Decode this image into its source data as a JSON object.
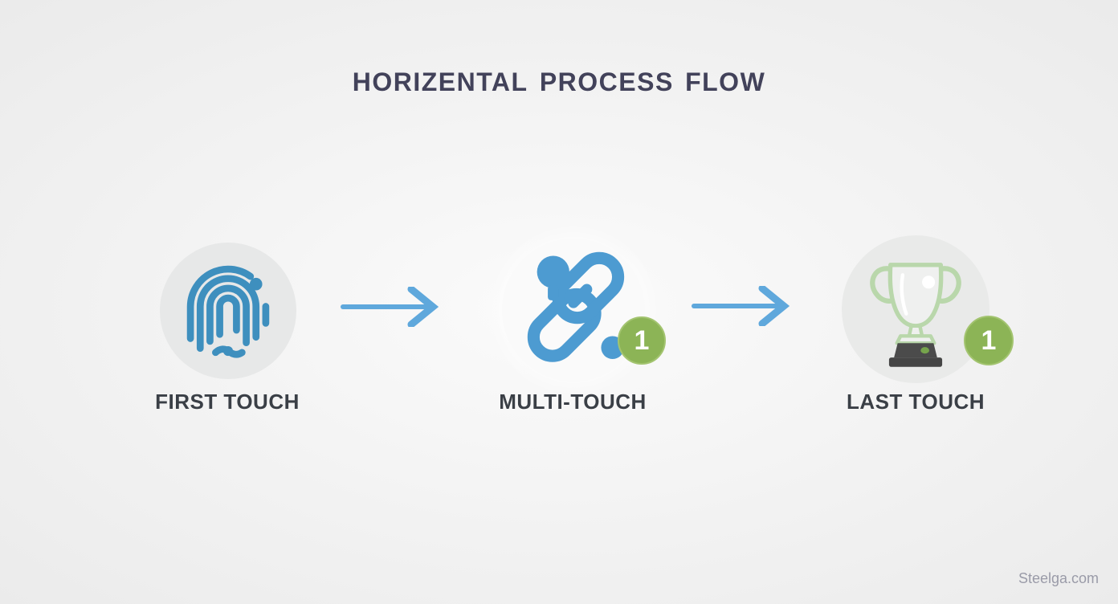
{
  "title": "Horizental Process Flow",
  "steps": [
    {
      "label": "FIRST TOUCH",
      "icon": "fingerprint-icon",
      "badge": null
    },
    {
      "label": "MULTI-TOUCH",
      "icon": "person-link-icon",
      "badge": "1"
    },
    {
      "label": "LAST TOUCH",
      "icon": "trophy-icon",
      "badge": "1"
    }
  ],
  "connectors": {
    "type": "arrow-right",
    "count": 2
  },
  "watermark": "Steelga.com",
  "colors": {
    "background": "#efefef",
    "title_text": "#42425a",
    "label_text": "#3a3f46",
    "fingerprint_blue": "#3e8fbe",
    "link_blue": "#4d9bd1",
    "arrow_blue": "#5fa8dc",
    "badge_green": "#8cb456",
    "trophy_green": "#b9d7ab",
    "trophy_cup_fill": "#eff0ef",
    "pedestal_gray": "#4b4b4b",
    "watermark_text": "#9a9ba8"
  }
}
